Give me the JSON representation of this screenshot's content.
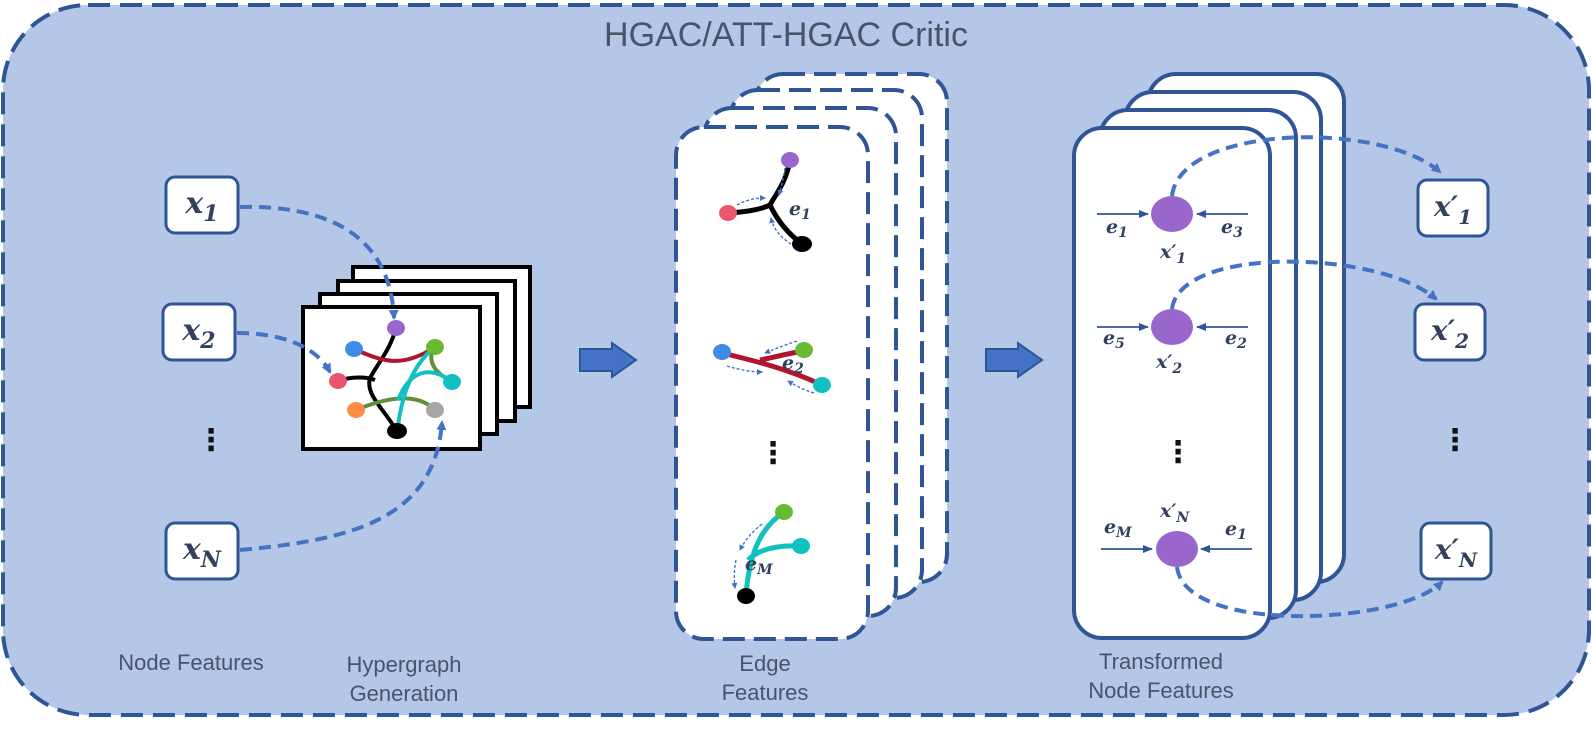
{
  "title": "HGAC/ATT-HGAC Critic",
  "captions": {
    "node_features": "Node Features",
    "hypergraph_line1": "Hypergraph",
    "hypergraph_line2": "Generation",
    "edge_line1": "Edge",
    "edge_line2": "Features",
    "transformed_line1": "Transformed",
    "transformed_line2": "Node Features"
  },
  "inputs": {
    "x1": {
      "base": "x",
      "sub": "1"
    },
    "x2": {
      "base": "x",
      "sub": "2"
    },
    "xN": {
      "base": "x",
      "sub": "N"
    },
    "ellipsis": "⋮"
  },
  "outputs": {
    "x1": {
      "base": "x′",
      "sub": "1"
    },
    "x2": {
      "base": "x′",
      "sub": "2"
    },
    "xN": {
      "base": "x′",
      "sub": "N"
    },
    "ellipsis": "⋮"
  },
  "edges": {
    "e1": {
      "base": "e",
      "sub": "1"
    },
    "e2": {
      "base": "e",
      "sub": "2"
    },
    "eM": {
      "base": "e",
      "sub": "M"
    },
    "ellipsis": "⋮"
  },
  "transformed": {
    "node1": {
      "base": "x′",
      "sub": "1",
      "in_left": {
        "base": "e",
        "sub": "1"
      },
      "in_right": {
        "base": "e",
        "sub": "3"
      }
    },
    "node2": {
      "base": "x′",
      "sub": "2",
      "in_left": {
        "base": "e",
        "sub": "5"
      },
      "in_right": {
        "base": "e",
        "sub": "2"
      }
    },
    "nodeN": {
      "base": "x′",
      "sub": "N",
      "in_left": {
        "base": "e",
        "sub": "M"
      },
      "in_right": {
        "base": "e",
        "sub": "1"
      }
    },
    "ellipsis": "⋮"
  },
  "colors": {
    "background": "#b4c7e7",
    "border": "#2f5597",
    "arrow": "#4472c4",
    "node_purple": "#9966cc",
    "node_red": "#e8566e",
    "node_blue": "#3d8ce8",
    "node_green": "#66bb33",
    "node_cyan": "#11c1c1",
    "node_orange": "#ff8c42",
    "node_gray": "#a6a6a6",
    "edge_red": "#b0142e",
    "edge_green": "#5f8f3c"
  }
}
